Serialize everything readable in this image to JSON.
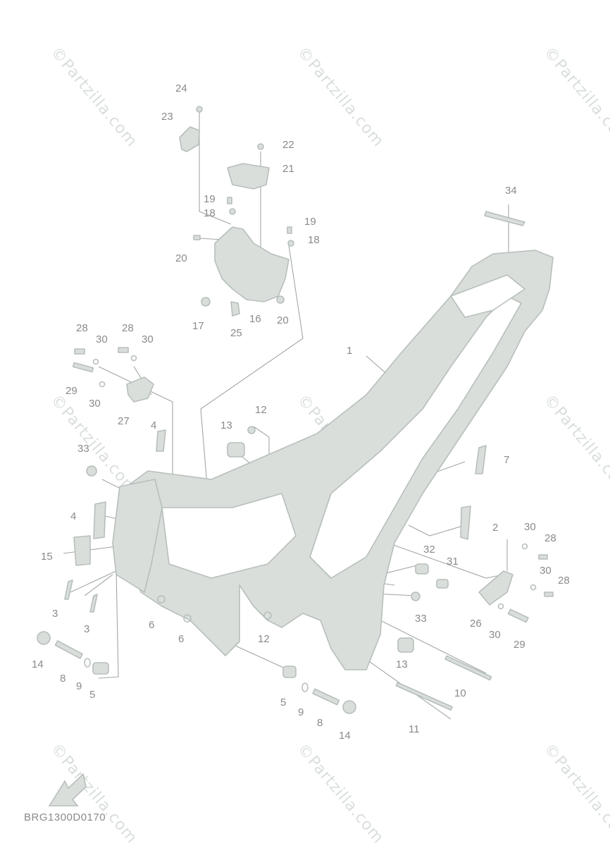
{
  "watermark": "©Partzilla.com",
  "diagram_code": "BRG1300D0170",
  "colors": {
    "part_fill": "#d9dedb",
    "part_stroke": "#b7bfbb",
    "leader": "#a0a8a4",
    "label": "#8a8a8a"
  },
  "icons": [
    "front-direction-arrow-icon"
  ],
  "callouts": {
    "c1": "1",
    "c2": "2",
    "c3a": "3",
    "c3b": "3",
    "c4a": "4",
    "c4b": "4",
    "c5a": "5",
    "c5b": "5",
    "c6a": "6",
    "c6b": "6",
    "c7": "7",
    "c8a": "8",
    "c8b": "8",
    "c9a": "9",
    "c9b": "9",
    "c10": "10",
    "c11": "11",
    "c12a": "12",
    "c12b": "12",
    "c13a": "13",
    "c13b": "13",
    "c14a": "14",
    "c14b": "14",
    "c15": "15",
    "c16": "16",
    "c17": "17",
    "c18a": "18",
    "c18b": "18",
    "c19a": "19",
    "c19b": "19",
    "c20a": "20",
    "c20b": "20",
    "c21": "21",
    "c22": "22",
    "c23": "23",
    "c24": "24",
    "c25": "25",
    "c26": "26",
    "c27": "27",
    "c28a": "28",
    "c28b": "28",
    "c28c": "28",
    "c28d": "28",
    "c29a": "29",
    "c29b": "29",
    "c30a": "30",
    "c30b": "30",
    "c30c": "30",
    "c30d": "30",
    "c30e": "30",
    "c30f": "30",
    "c31": "31",
    "c32": "32",
    "c33a": "33",
    "c33b": "33",
    "c34": "34"
  }
}
